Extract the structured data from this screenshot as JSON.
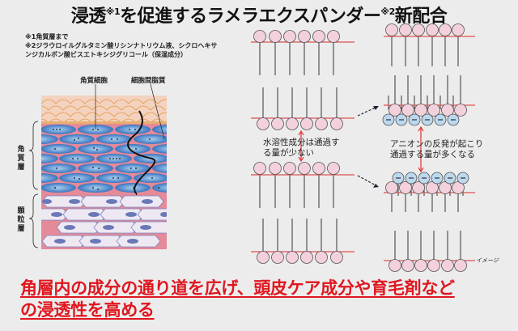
{
  "title": {
    "part1": "浸透",
    "sup1": "※1",
    "part2": "を促進するラメラエクスパンダー",
    "sup2": "※2",
    "part3": "新配合"
  },
  "footnotes": [
    "※1角質層まで",
    "※2ジラウロイルグルタミン酸リシンナトリウム液、シクロヘキサ",
    "ンジカルボン酸ビスエトキシジグリコール（保湿成分）"
  ],
  "skin_diagram": {
    "label_corneocyte": "角質細胞",
    "label_intercellular_lipid": "細胞間脂質",
    "layer_stratum_corneum": "角質層",
    "layer_granular": "顆粒層",
    "colors": {
      "scales": "#f0c8b0",
      "scale_lines": "#e0963c",
      "matrix": "#e48a98",
      "cell_blue": "#4a86c8",
      "granular_cell": "#ede6f0",
      "granular_nucleus": "#6a78b8"
    }
  },
  "membranes": {
    "left_caption": [
      "水溶性成分は通過す",
      "る量が少ない"
    ],
    "right_caption": [
      "アニオンの反発が起こり",
      "通過する量が多くなる"
    ],
    "image_note": "イメージ",
    "anion_symbol": "−",
    "colors": {
      "head": "#f2d0dc",
      "anion_head": "#bcd8ee",
      "surface_line": "#e05050",
      "arrow": "#e03030"
    }
  },
  "conclusion": {
    "line1": "角層内の成分の通り道を広げ、頭皮ケア成分や育毛剤など",
    "line2": "の浸透性を高める",
    "color": "#e0161f"
  }
}
